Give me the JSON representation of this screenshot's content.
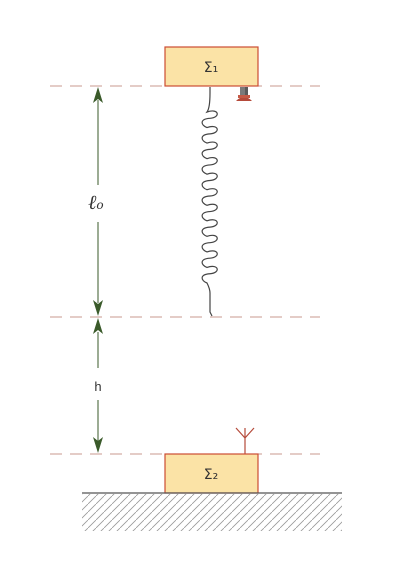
{
  "body1": {
    "label": "Σ₁"
  },
  "body2": {
    "label": "Σ₂"
  },
  "natural_length": {
    "label": "ℓ",
    "sub": "o"
  },
  "gap": {
    "label": "h"
  },
  "colors": {
    "box_fill": "#fbe3a6",
    "box_stroke": "#cc4c33",
    "guide_line": "#c89a8f",
    "arrow": "#3a5a2a",
    "ground_line": "#555555",
    "hatch": "#999999",
    "spring": "#444444",
    "cup": "#b54a3a",
    "antenna": "#b54a3a"
  },
  "icons": {
    "sender": "suction-cup-icon",
    "receiver": "antenna-icon"
  }
}
